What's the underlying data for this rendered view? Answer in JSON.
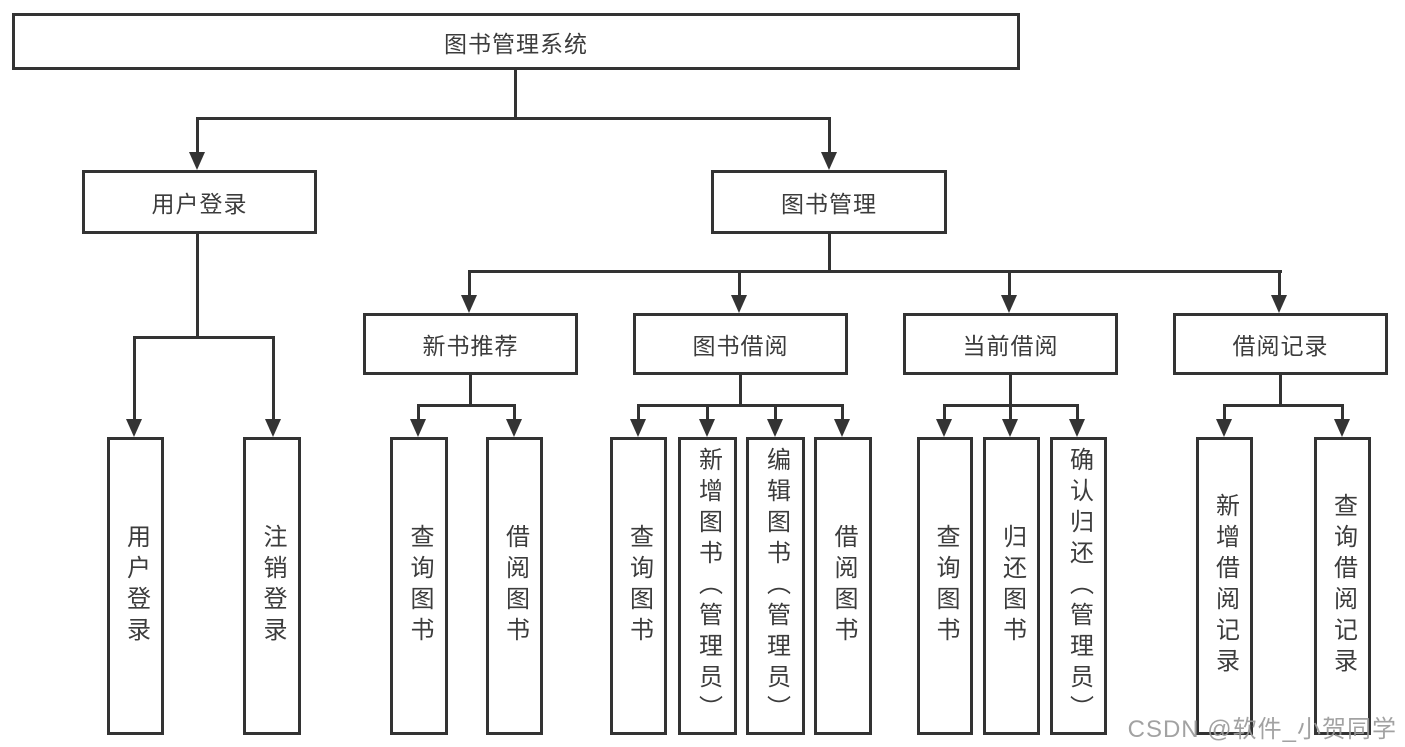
{
  "tree": {
    "root_label": "图书管理系统",
    "branches": [
      {
        "label": "用户登录",
        "children": [
          {
            "label": "用户登录"
          },
          {
            "label": "注销登录"
          }
        ]
      },
      {
        "label": "图书管理",
        "children": [
          {
            "label": "新书推荐",
            "children": [
              {
                "label": "查询图书"
              },
              {
                "label": "借阅图书"
              }
            ]
          },
          {
            "label": "图书借阅",
            "children": [
              {
                "label": "查询图书"
              },
              {
                "label": "新增图书（管理员）"
              },
              {
                "label": "编辑图书（管理员）"
              },
              {
                "label": "借阅图书"
              }
            ]
          },
          {
            "label": "当前借阅",
            "children": [
              {
                "label": "查询图书"
              },
              {
                "label": "归还图书"
              },
              {
                "label": "确认归还（管理员）"
              }
            ]
          },
          {
            "label": "借阅记录",
            "children": [
              {
                "label": "新增借阅记录"
              },
              {
                "label": "查询借阅记录"
              }
            ]
          }
        ]
      }
    ]
  },
  "watermark": {
    "text": "CSDN @软件_小贺同学"
  },
  "colors": {
    "line": "#333333",
    "box_border": "#333333",
    "box_fill": "#ffffff",
    "text": "#3c3c3c",
    "watermark": "#9b9b9b"
  }
}
